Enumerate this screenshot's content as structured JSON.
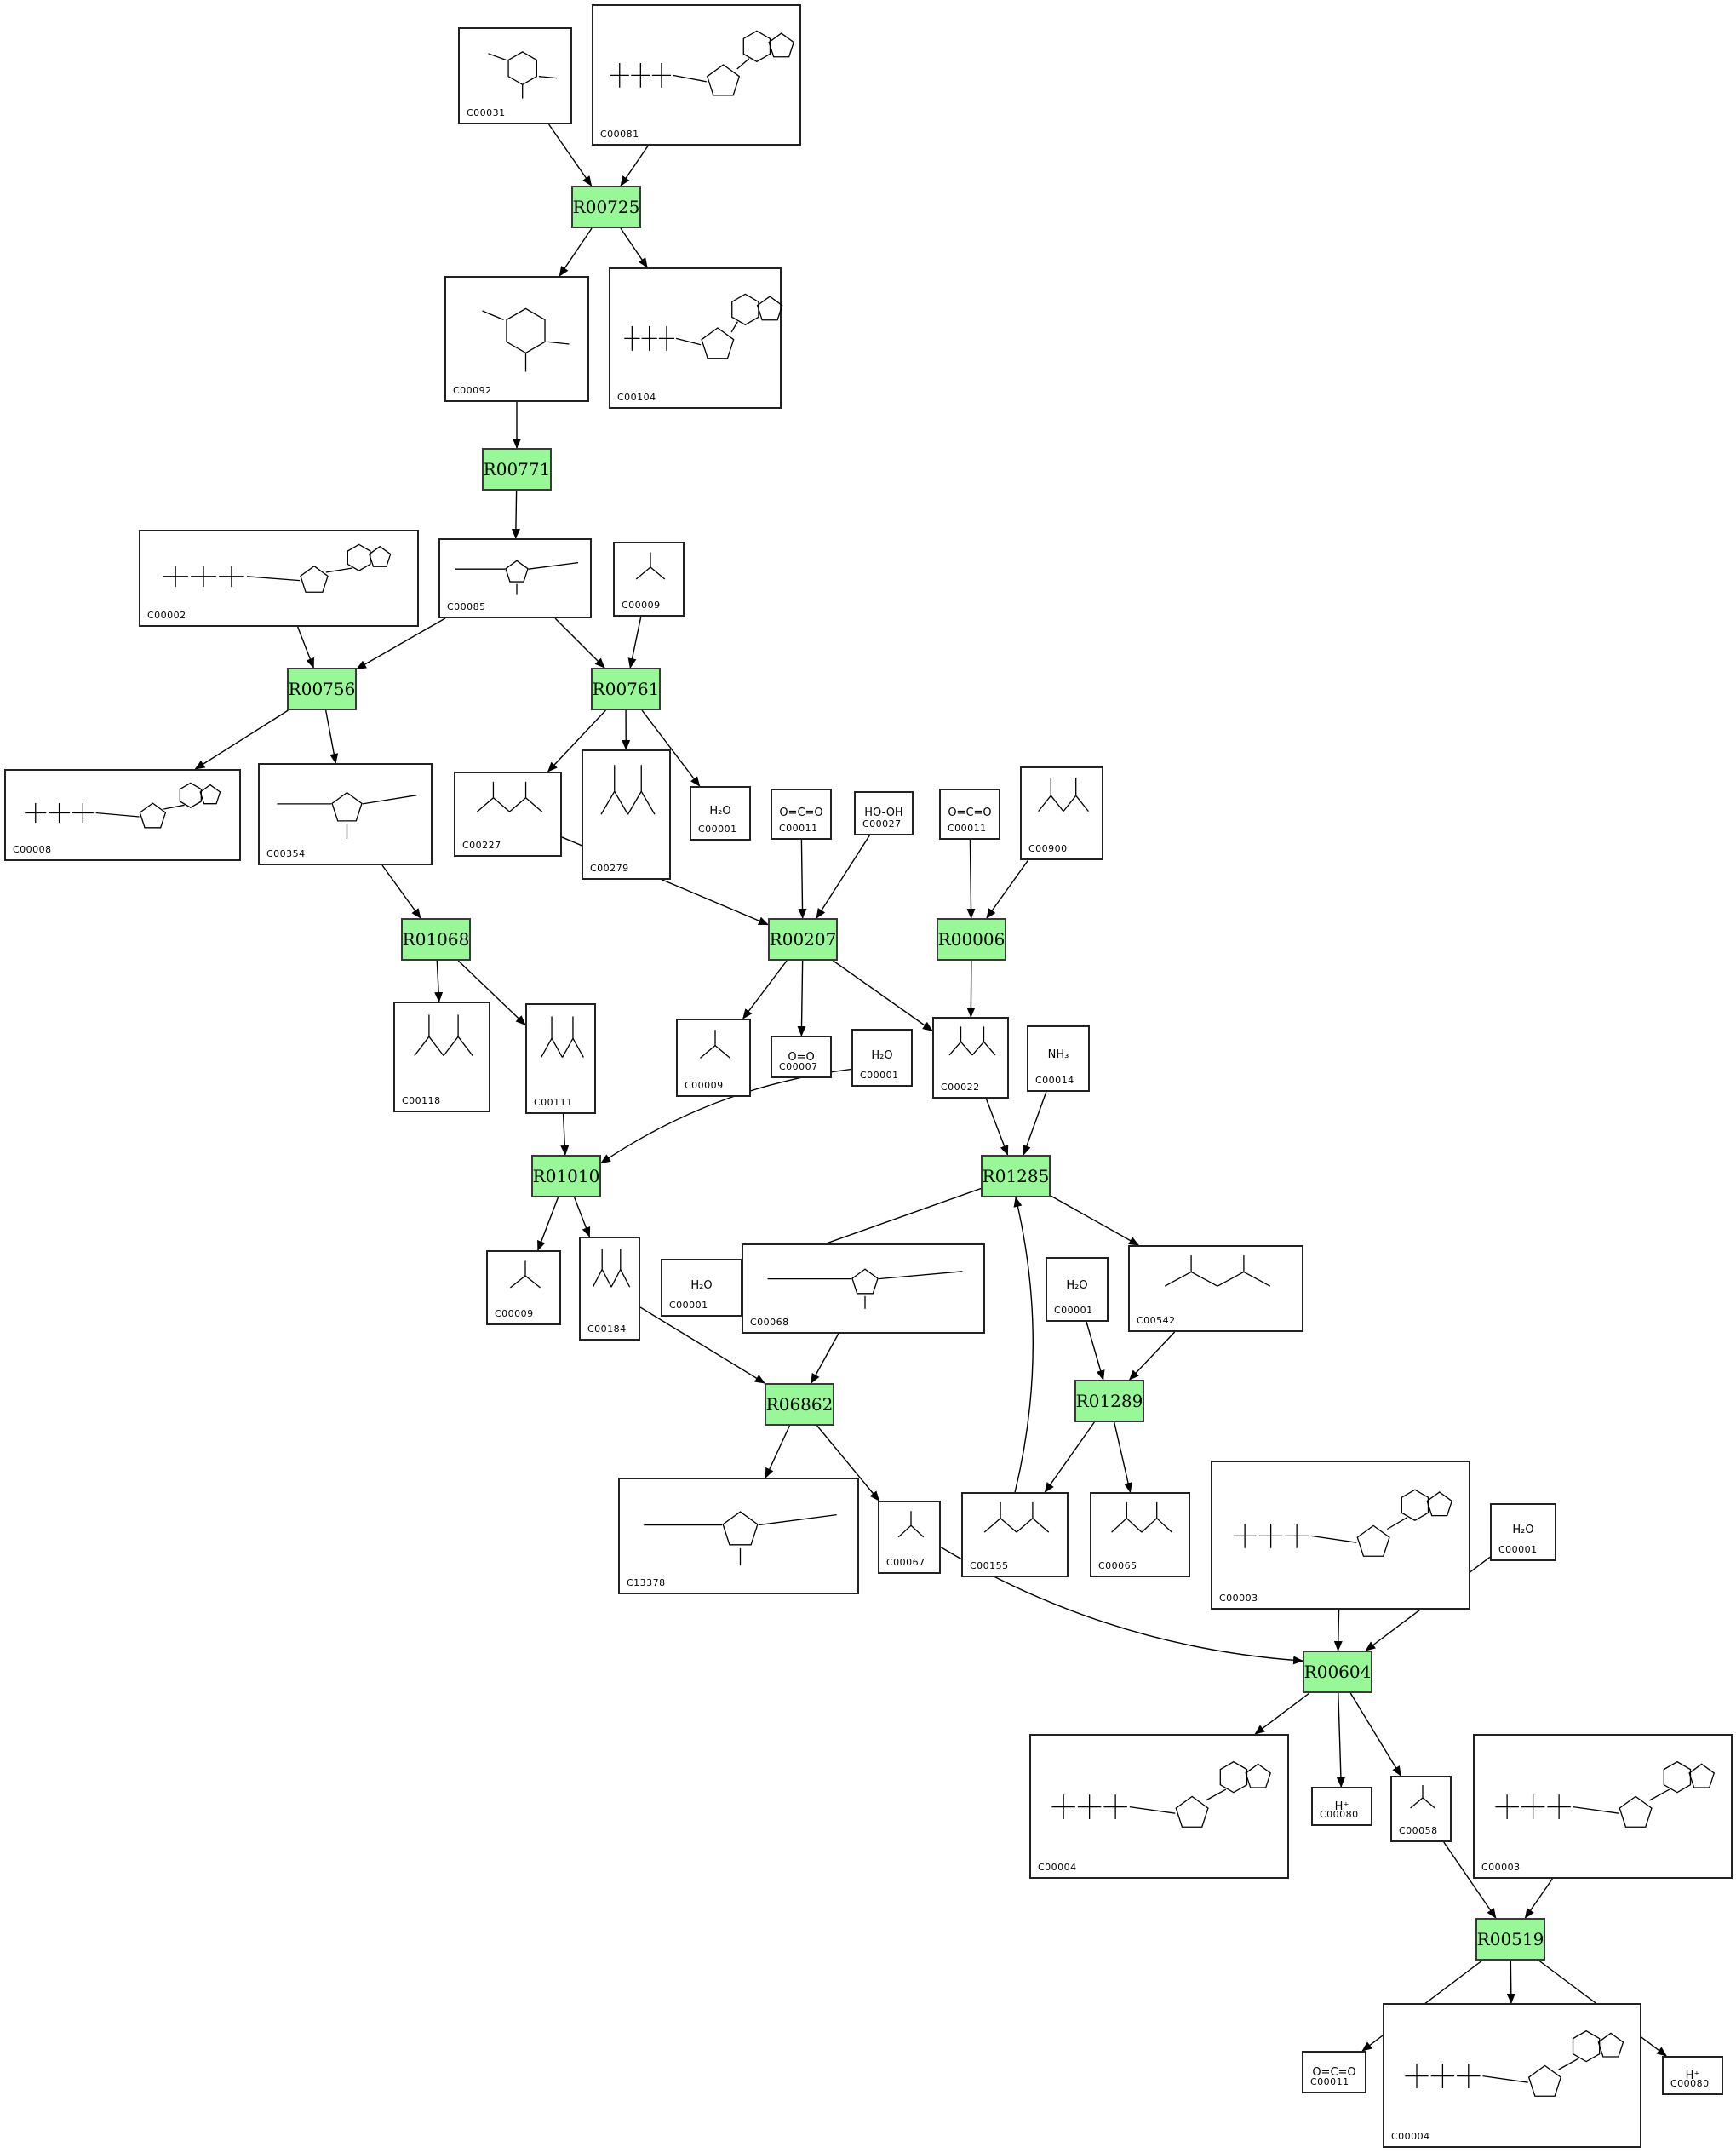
{
  "reactions": [
    {
      "id": "R00725",
      "label": "R00725"
    },
    {
      "id": "R00771",
      "label": "R00771"
    },
    {
      "id": "R00756",
      "label": "R00756"
    },
    {
      "id": "R00761",
      "label": "R00761"
    },
    {
      "id": "R01068",
      "label": "R01068"
    },
    {
      "id": "R00207",
      "label": "R00207"
    },
    {
      "id": "R00006",
      "label": "R00006"
    },
    {
      "id": "R01010",
      "label": "R01010"
    },
    {
      "id": "R01285",
      "label": "R01285"
    },
    {
      "id": "R06862",
      "label": "R06862"
    },
    {
      "id": "R01289",
      "label": "R01289"
    },
    {
      "id": "R00604",
      "label": "R00604"
    },
    {
      "id": "R00519",
      "label": "R00519"
    }
  ],
  "compounds": [
    {
      "key": "c1",
      "label": "C00031",
      "shape": "ring-big"
    },
    {
      "key": "c2",
      "label": "C00081",
      "shape": "nucleotide"
    },
    {
      "key": "c3",
      "label": "C00092",
      "shape": "ring-big"
    },
    {
      "key": "c4",
      "label": "C00104",
      "shape": "nucleotide"
    },
    {
      "key": "c5",
      "label": "C00002",
      "shape": "nucleotide"
    },
    {
      "key": "c6",
      "label": "C00085",
      "shape": "ring"
    },
    {
      "key": "c7",
      "label": "C00009",
      "shape": "small"
    },
    {
      "key": "c8",
      "label": "C00008",
      "shape": "nucleotide"
    },
    {
      "key": "c9",
      "label": "C00354",
      "shape": "ring"
    },
    {
      "key": "c10",
      "label": "C00227",
      "shape": "chain"
    },
    {
      "key": "c11",
      "label": "C00279",
      "shape": "chain"
    },
    {
      "key": "c12",
      "label": "C00001",
      "shape": "small",
      "formula": "H₂O"
    },
    {
      "key": "c13",
      "label": "C00011",
      "shape": "small",
      "formula": "O=C=O"
    },
    {
      "key": "c14",
      "label": "C00027",
      "shape": "small",
      "formula": "HO-OH"
    },
    {
      "key": "c15",
      "label": "C00011",
      "shape": "small",
      "formula": "O=C=O"
    },
    {
      "key": "c16",
      "label": "C00900",
      "shape": "chain"
    },
    {
      "key": "c17",
      "label": "C00118",
      "shape": "chain"
    },
    {
      "key": "c18",
      "label": "C00111",
      "shape": "chain"
    },
    {
      "key": "c19",
      "label": "C00009",
      "shape": "small"
    },
    {
      "key": "c20",
      "label": "C00007",
      "shape": "small",
      "formula": "O=O"
    },
    {
      "key": "c21",
      "label": "C00001",
      "shape": "small",
      "formula": "H₂O"
    },
    {
      "key": "c22",
      "label": "C00022",
      "shape": "chain"
    },
    {
      "key": "c23",
      "label": "C00014",
      "shape": "small",
      "formula": "NH₃"
    },
    {
      "key": "c24",
      "label": "C00009",
      "shape": "small"
    },
    {
      "key": "c25",
      "label": "C00184",
      "shape": "chain"
    },
    {
      "key": "c26",
      "label": "C00001",
      "shape": "small",
      "formula": "H₂O"
    },
    {
      "key": "c27",
      "label": "C00068",
      "shape": "ring"
    },
    {
      "key": "c28",
      "label": "C00001",
      "shape": "small",
      "formula": "H₂O"
    },
    {
      "key": "c29",
      "label": "C00542",
      "shape": "chain"
    },
    {
      "key": "c30",
      "label": "C13378",
      "shape": "ring"
    },
    {
      "key": "c31",
      "label": "C00067",
      "shape": "small"
    },
    {
      "key": "c32",
      "label": "C00155",
      "shape": "chain"
    },
    {
      "key": "c33",
      "label": "C00065",
      "shape": "chain"
    },
    {
      "key": "c34",
      "label": "C00003",
      "shape": "nucleotide"
    },
    {
      "key": "c35",
      "label": "C00001",
      "shape": "small",
      "formula": "H₂O"
    },
    {
      "key": "c36",
      "label": "C00004",
      "shape": "nucleotide"
    },
    {
      "key": "c37",
      "label": "C00080",
      "shape": "small",
      "formula": "H⁺"
    },
    {
      "key": "c38",
      "label": "C00058",
      "shape": "small"
    },
    {
      "key": "c39",
      "label": "C00003",
      "shape": "nucleotide"
    },
    {
      "key": "c40",
      "label": "C00011",
      "shape": "small",
      "formula": "O=C=O"
    },
    {
      "key": "c41",
      "label": "C00004",
      "shape": "nucleotide"
    },
    {
      "key": "c42",
      "label": "C00080",
      "shape": "small",
      "formula": "H⁺"
    }
  ],
  "edges": [
    [
      "c1",
      "R00725"
    ],
    [
      "c2",
      "R00725"
    ],
    [
      "R00725",
      "c3"
    ],
    [
      "R00725",
      "c4"
    ],
    [
      "c3",
      "R00771"
    ],
    [
      "R00771",
      "c6"
    ],
    [
      "c5",
      "R00756"
    ],
    [
      "c6",
      "R00756"
    ],
    [
      "R00756",
      "c8"
    ],
    [
      "R00756",
      "c9"
    ],
    [
      "c6",
      "R00761"
    ],
    [
      "c7",
      "R00761"
    ],
    [
      "R00761",
      "c10"
    ],
    [
      "R00761",
      "c11"
    ],
    [
      "R00761",
      "c12"
    ],
    [
      "c9",
      "R01068"
    ],
    [
      "R01068",
      "c17"
    ],
    [
      "R01068",
      "c18"
    ],
    [
      "c10",
      "R00207"
    ],
    [
      "c13",
      "R00207"
    ],
    [
      "c14",
      "R00207"
    ],
    [
      "R00207",
      "c19"
    ],
    [
      "R00207",
      "c20"
    ],
    [
      "R00207",
      "c22"
    ],
    [
      "c15",
      "R00006"
    ],
    [
      "c16",
      "R00006"
    ],
    [
      "R00006",
      "c22"
    ],
    [
      "c18",
      "R01010"
    ],
    [
      "c21",
      "R01010"
    ],
    [
      "R01010",
      "c24"
    ],
    [
      "R01010",
      "c25"
    ],
    [
      "c22",
      "R01285"
    ],
    [
      "c23",
      "R01285"
    ],
    [
      "c32",
      "R01285"
    ],
    [
      "R01285",
      "c26"
    ],
    [
      "R01285",
      "c29"
    ],
    [
      "c25",
      "R06862"
    ],
    [
      "c27",
      "R06862"
    ],
    [
      "R06862",
      "c30"
    ],
    [
      "R06862",
      "c31"
    ],
    [
      "c28",
      "R01289"
    ],
    [
      "c29",
      "R01289"
    ],
    [
      "R01289",
      "c32"
    ],
    [
      "R01289",
      "c33"
    ],
    [
      "c31",
      "R00604"
    ],
    [
      "c34",
      "R00604"
    ],
    [
      "c35",
      "R00604"
    ],
    [
      "R00604",
      "c36"
    ],
    [
      "R00604",
      "c37"
    ],
    [
      "R00604",
      "c38"
    ],
    [
      "c38",
      "R00519"
    ],
    [
      "c39",
      "R00519"
    ],
    [
      "R00519",
      "c40"
    ],
    [
      "R00519",
      "c41"
    ],
    [
      "R00519",
      "c42"
    ]
  ]
}
